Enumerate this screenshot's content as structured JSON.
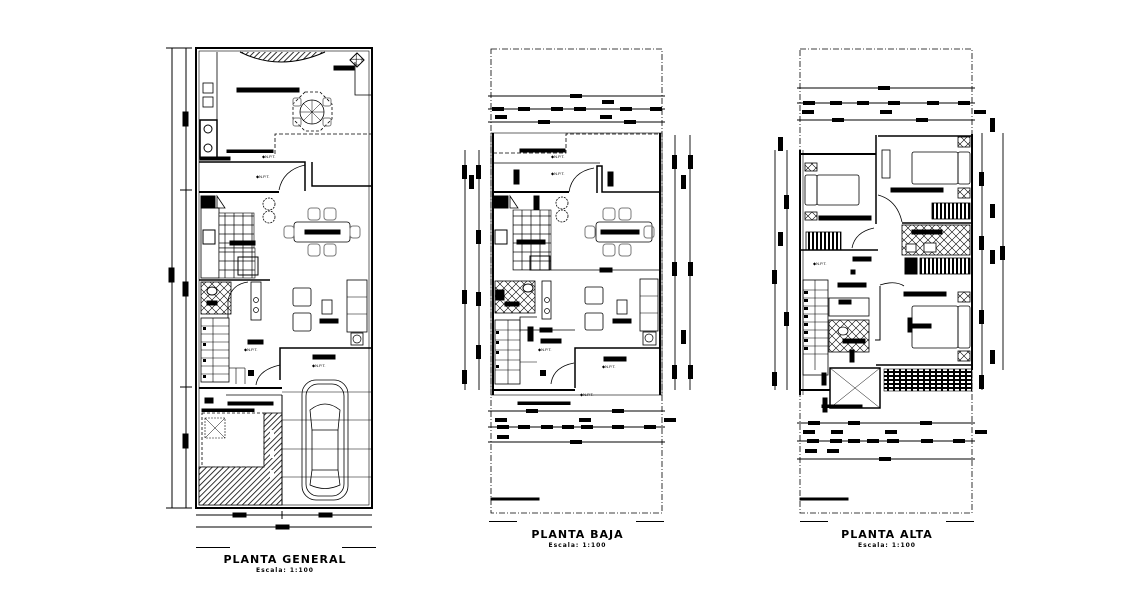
{
  "drawing": {
    "background": "#ffffff",
    "line_color": "#000000",
    "furniture_color": "#7a7a7a"
  },
  "plans": [
    {
      "id": "planta-general",
      "title": "PLANTA GENERAL",
      "scale": "Escala: 1:100"
    },
    {
      "id": "planta-baja",
      "title": "PLANTA BAJA",
      "scale": "Escala: 1:100"
    },
    {
      "id": "planta-alta",
      "title": "PLANTA ALTA",
      "scale": "Escala: 1:100"
    }
  ]
}
